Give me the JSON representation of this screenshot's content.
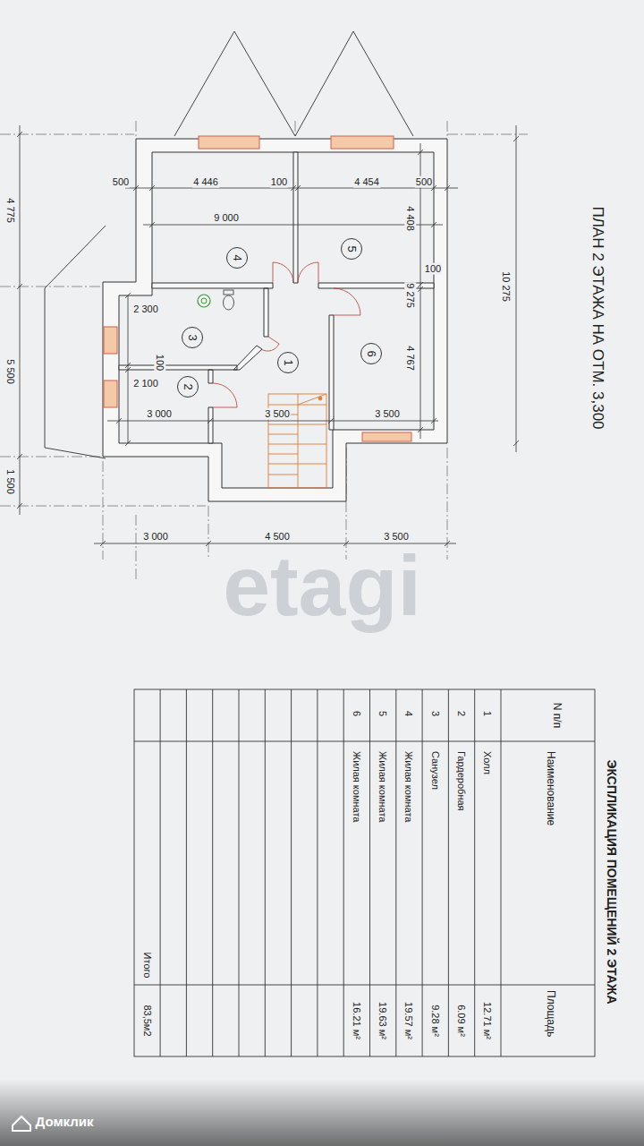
{
  "diagram": {
    "title": "ПЛАН 2 ЭТАЖА НА ОТМ. 3,300",
    "nodes": [
      {
        "text": [
          "1"
        ]
      },
      {
        "text": [
          "2"
        ]
      },
      {
        "text": [
          "3"
        ]
      },
      {
        "text": [
          "4"
        ]
      },
      {
        "text": [
          "5"
        ]
      },
      {
        "text": [
          "6"
        ]
      }
    ],
    "labels": [
      "500",
      "4 446",
      "100",
      "4 454",
      "500",
      "4 408",
      "9 000",
      "100",
      "9 275",
      "4 767",
      "10 275",
      "2 300",
      "100",
      "2 100",
      "3 000",
      "3 500",
      "3 500",
      "3 000",
      "4 500",
      "3 500",
      "4 775",
      "5 500",
      "1 500",
      "etagi",
      "ЭКСПЛИКАЦИЯ ПОМЕЩЕНИЙ 2 ЭТАЖА",
      "N п/п",
      "Наименование",
      "Площадь",
      "1",
      "Холл",
      "12.71 м²",
      "2",
      "Гардеробная",
      "6.09 м²",
      "3",
      "Санузел",
      "9.28 м²",
      "4",
      "Жилая комната",
      "19.57 м²",
      "5",
      "Жилая комната",
      "19.63 м²",
      "6",
      "Жилая комната",
      "16.21 м²",
      "Итого",
      "83,5м2",
      "Домклик"
    ]
  }
}
